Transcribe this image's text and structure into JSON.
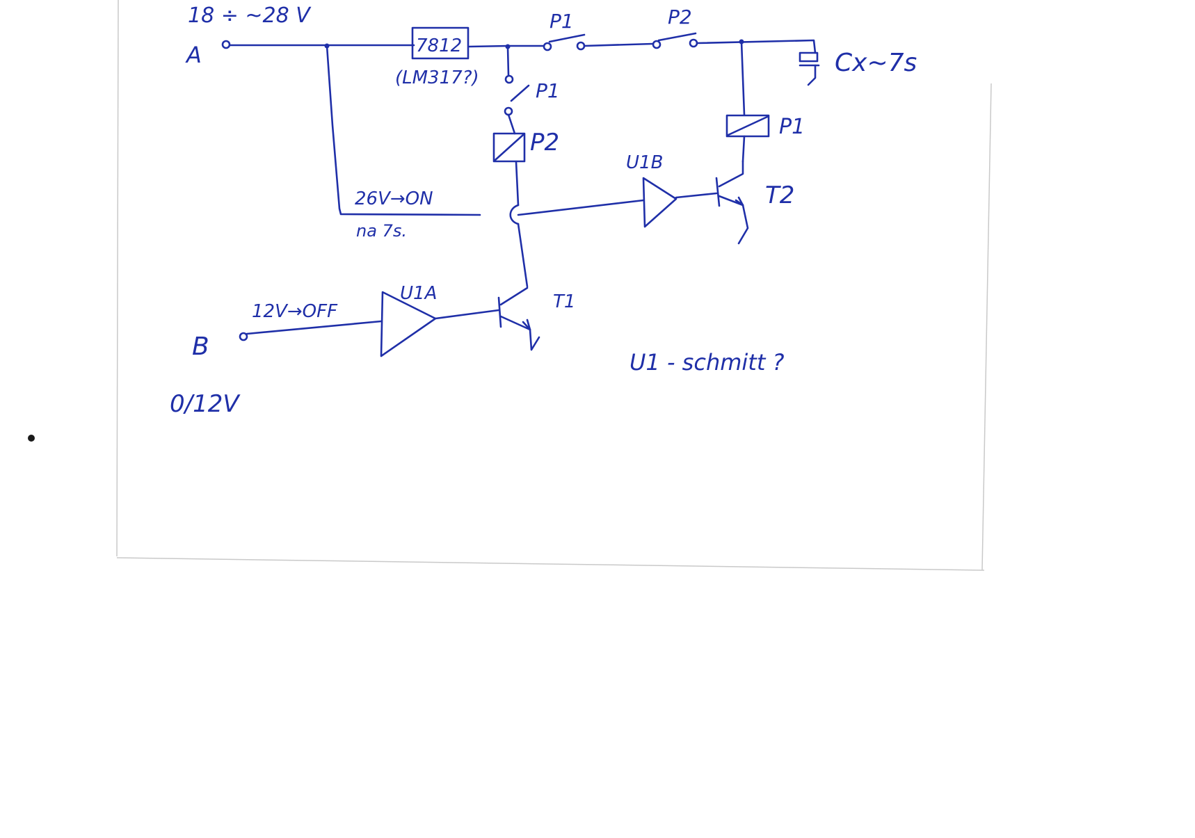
{
  "labels": {
    "supply_range": "18 ÷ ~28 V",
    "terminal_a": "A",
    "regulator": "7812",
    "regulator_alt": "(LM317?)",
    "relay_p1": "P1",
    "relay_p2": "P2",
    "capacitor": "Cx~7s",
    "on_condition": "26V→ON",
    "on_duration": "na 7s.",
    "buffer_u1b": "U1B",
    "transistor_t2": "T2",
    "off_condition": "12V→OFF",
    "buffer_u1a": "U1A",
    "transistor_t1": "T1",
    "terminal_b": "B",
    "terminal_b_levels": "0/12V",
    "note": "U1 - schmitt ?"
  },
  "colors": {
    "ink": "#1f2fa8",
    "paper_edge": "#c9c9c9"
  }
}
